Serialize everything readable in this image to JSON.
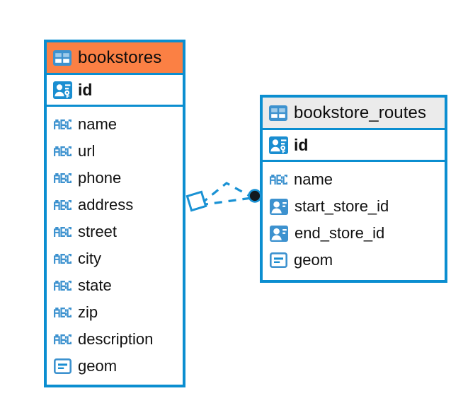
{
  "diagram": {
    "type": "entity-relationship-diagram",
    "colors": {
      "border_blue": "#0b8ed0",
      "header_orange": "#fb8044",
      "header_gray": "#ebebeb",
      "icon_blue": "#3d92cf",
      "icon_blue_dark": "#1a8ed1",
      "text_black": "#111111",
      "connector_blue": "#1a92d4",
      "connector_dot": "#12191f"
    },
    "entities": [
      {
        "name": "bookstores",
        "header_icon": "table-icon",
        "header_style": "accent-orange",
        "primary_key": {
          "label": "id",
          "icon": "primary-key-icon"
        },
        "fields": [
          {
            "label": "name",
            "icon": "abc-text-icon"
          },
          {
            "label": "url",
            "icon": "abc-text-icon"
          },
          {
            "label": "phone",
            "icon": "abc-text-icon"
          },
          {
            "label": "address",
            "icon": "abc-text-icon"
          },
          {
            "label": "street",
            "icon": "abc-text-icon"
          },
          {
            "label": "city",
            "icon": "abc-text-icon"
          },
          {
            "label": "state",
            "icon": "abc-text-icon"
          },
          {
            "label": "zip",
            "icon": "abc-text-icon"
          },
          {
            "label": "description",
            "icon": "abc-text-icon"
          },
          {
            "label": "geom",
            "icon": "geometry-icon"
          }
        ]
      },
      {
        "name": "bookstore_routes",
        "header_icon": "table-icon",
        "header_style": "accent-gray",
        "primary_key": {
          "label": "id",
          "icon": "primary-key-icon"
        },
        "fields": [
          {
            "label": "name",
            "icon": "abc-text-icon"
          },
          {
            "label": "start_store_id",
            "icon": "foreign-key-icon"
          },
          {
            "label": "end_store_id",
            "icon": "foreign-key-icon"
          },
          {
            "label": "geom",
            "icon": "geometry-icon"
          }
        ]
      }
    ],
    "relationship": {
      "source_marker": "rotated-square-marker",
      "target_marker": "filled-circle-marker",
      "line_style": "dashed"
    }
  }
}
